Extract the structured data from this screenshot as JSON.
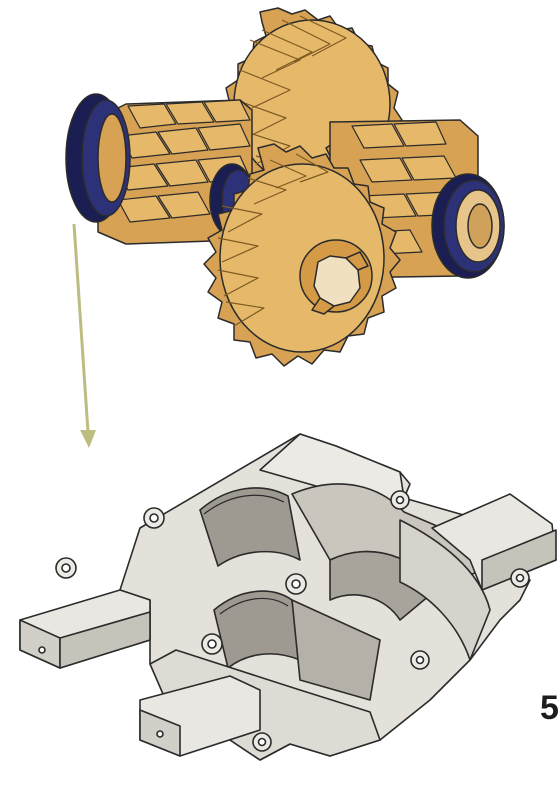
{
  "figure": {
    "edge_label": "5",
    "colors": {
      "gear_fill": "#d7a253",
      "gear_light": "#e6b86a",
      "gear_shadow": "#a8782f",
      "outline": "#2b2b2b",
      "bearing": "#2c3178",
      "bearing_dark": "#1a1e52",
      "housing_fill": "#e4e1da",
      "housing_shadow": "#b9b5ac",
      "arrow": "#bdbd82"
    },
    "parts": [
      "gear-assembly",
      "gearbox-housing",
      "assembly-arrow"
    ]
  }
}
